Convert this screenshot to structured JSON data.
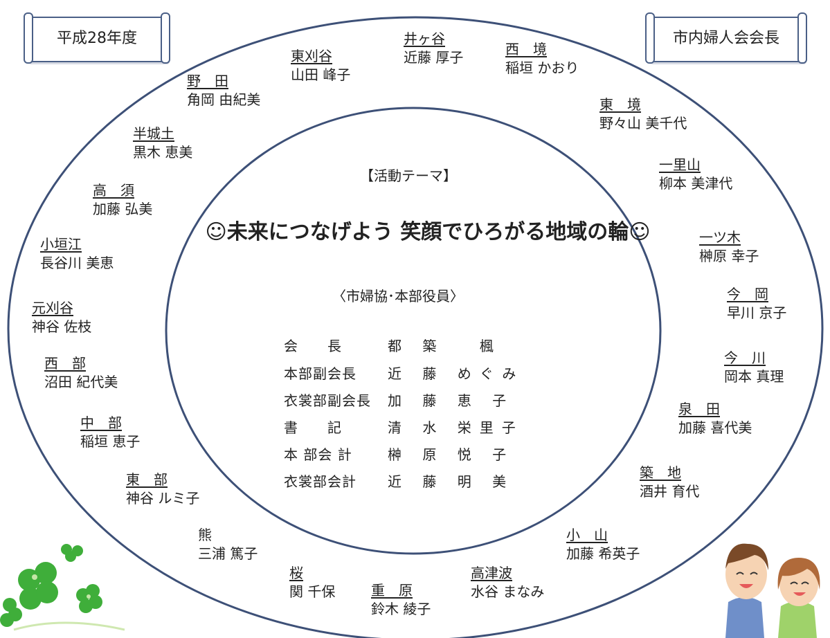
{
  "banners": {
    "year": "平成28年度",
    "role": "市内婦人会会長"
  },
  "theme": {
    "heading": "【活動テーマ】",
    "text": "☺未来につなげよう 笑顔でひろがる地域の輪☺"
  },
  "officers": {
    "heading": "〈市婦協･本部役員〉",
    "rows": [
      {
        "role": "会　　長",
        "name": "都 築 　楓"
      },
      {
        "role": "本部副会長",
        "name": "近 藤 めぐみ"
      },
      {
        "role": "衣裳部副会長",
        "name": "加 藤 恵 子"
      },
      {
        "role": "書　　記",
        "name": "清 水 栄里子"
      },
      {
        "role": "本 部会 計",
        "name": "榊 原 悦 子"
      },
      {
        "role": "衣裳部会計",
        "name": "近 藤 明 美"
      }
    ]
  },
  "districts": [
    {
      "district": "井ヶ谷",
      "name": "近藤 厚子"
    },
    {
      "district": "西　境",
      "name": "稲垣 かおり"
    },
    {
      "district": "東刈谷",
      "name": "山田 峰子"
    },
    {
      "district": "野　田",
      "name": "角岡 由紀美"
    },
    {
      "district": "東　境",
      "name": "野々山 美千代"
    },
    {
      "district": "半城土",
      "name": "黒木 恵美"
    },
    {
      "district": "一里山",
      "name": "柳本 美津代"
    },
    {
      "district": "高　須",
      "name": "加藤 弘美"
    },
    {
      "district": "一ツ木",
      "name": "榊原 幸子"
    },
    {
      "district": "小垣江",
      "name": "長谷川 美恵"
    },
    {
      "district": "今　岡",
      "name": "早川 京子"
    },
    {
      "district": "元刈谷",
      "name": "神谷 佐枝"
    },
    {
      "district": "今　川",
      "name": "岡本 真理"
    },
    {
      "district": "西　部",
      "name": "沼田 紀代美"
    },
    {
      "district": "泉　田",
      "name": "加藤 喜代美"
    },
    {
      "district": "中　部",
      "name": "稲垣 恵子"
    },
    {
      "district": "築　地",
      "name": "酒井 育代"
    },
    {
      "district": "東　部",
      "name": "神谷 ルミ子"
    },
    {
      "district": "熊",
      "name": "三浦 篤子"
    },
    {
      "district": "小　山",
      "name": "加藤 希英子"
    },
    {
      "district": "桜",
      "name": "関 千保"
    },
    {
      "district": "重　原",
      "name": "鈴木 綾子"
    },
    {
      "district": "高津波",
      "name": "水谷 まなみ"
    }
  ]
}
